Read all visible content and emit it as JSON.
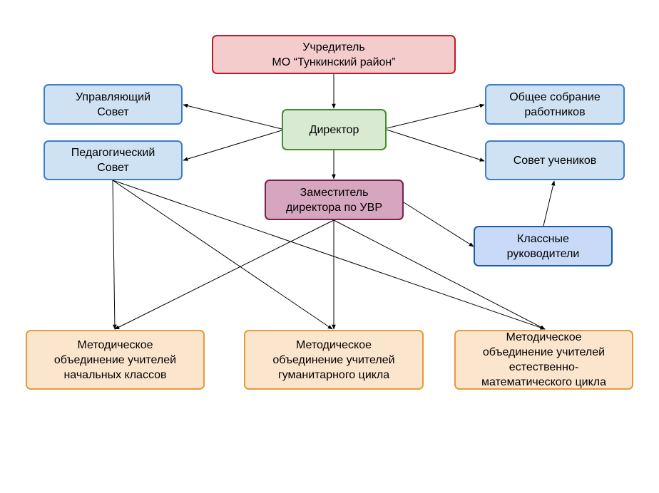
{
  "nodes": {
    "founder": "Учредитель\nМО “Тункинский район”",
    "managing_council": "Управляющий\nСовет",
    "pedagogical_council": "Педагогический\nСовет",
    "director": "Директор",
    "deputy_director": "Заместитель\nдиректора по УВР",
    "general_meeting": "Общее собрание\nработников",
    "student_council": "Совет учеников",
    "class_teachers": "Классные\nруководители",
    "mo_primary": "Методическое\nобъединение учителей\nначальных классов",
    "mo_humanities": "Методическое\nобъединение учителей\nгуманитарного цикла",
    "mo_science": "Методическое\nобъединение учителей\nестественно-\nматематического цикла"
  },
  "edges": [
    {
      "from": "founder",
      "to": "director"
    },
    {
      "from": "director",
      "to": "managing_council"
    },
    {
      "from": "director",
      "to": "pedagogical_council"
    },
    {
      "from": "director",
      "to": "general_meeting"
    },
    {
      "from": "director",
      "to": "student_council"
    },
    {
      "from": "director",
      "to": "deputy_director"
    },
    {
      "from": "deputy_director",
      "to": "class_teachers"
    },
    {
      "from": "class_teachers",
      "to": "student_council"
    },
    {
      "from": "pedagogical_council",
      "to": "mo_primary"
    },
    {
      "from": "pedagogical_council",
      "to": "mo_humanities"
    },
    {
      "from": "pedagogical_council",
      "to": "mo_science"
    },
    {
      "from": "deputy_director",
      "to": "mo_primary"
    },
    {
      "from": "deputy_director",
      "to": "mo_humanities"
    },
    {
      "from": "deputy_director",
      "to": "mo_science"
    }
  ],
  "colors": {
    "founder": "#f4cccc",
    "councils": "#cfe2f3",
    "director": "#d9ead3",
    "deputy": "#d5a6bd",
    "class_teachers": "#c9daf8",
    "methodical": "#fce5cd",
    "edge": "#000000"
  }
}
